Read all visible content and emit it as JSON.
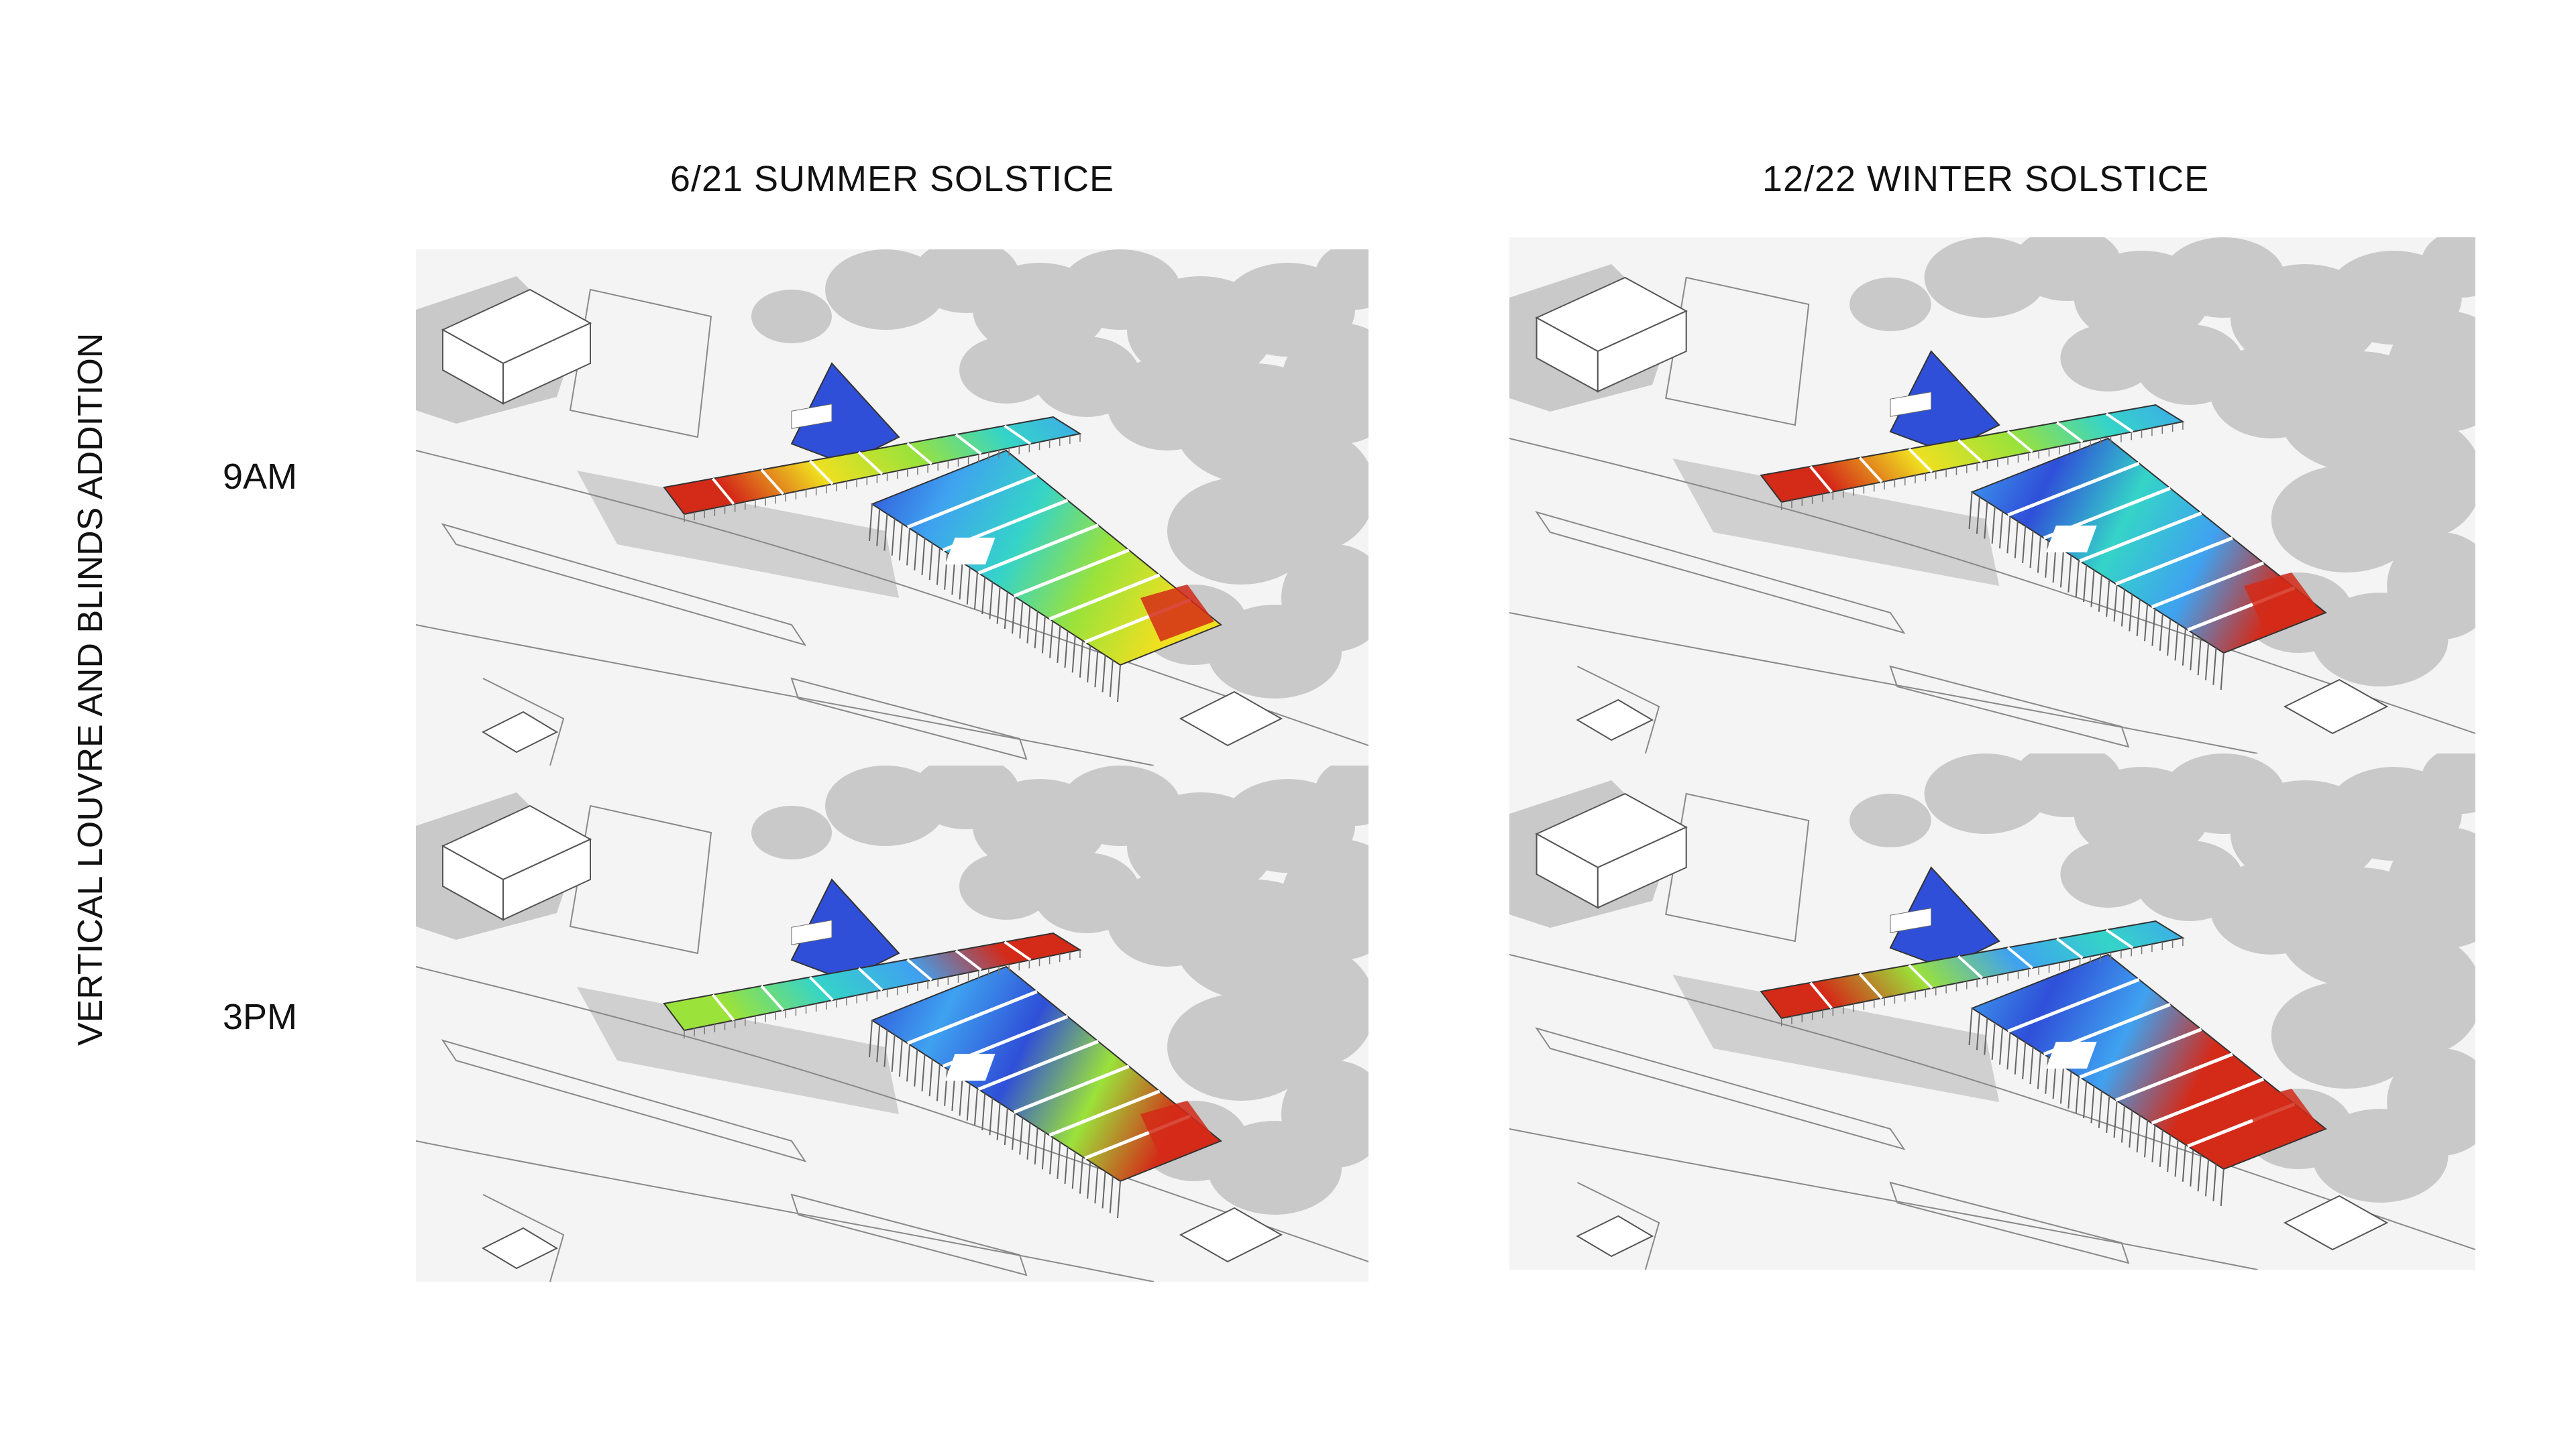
{
  "columns": {
    "summer": {
      "title": "6/21 SUMMER SOLSTICE"
    },
    "winter": {
      "title": "12/22 WINTER SOLSTICE"
    }
  },
  "rows": {
    "morning": {
      "label": "9AM"
    },
    "afternoon": {
      "label": "3PM"
    }
  },
  "side_label": "VERTICAL LOUVRE AND BLINDS ADDITION",
  "heatmap_colors": {
    "low": "#2f4fd8",
    "low_mid": "#3fa2f0",
    "mid": "#35d4c8",
    "mid_high": "#9be23a",
    "high": "#f0e020",
    "very_high": "#d42a18"
  },
  "shadow_color": "#c9c9c9",
  "panels": [
    {
      "id": "summer-9am",
      "column": "summer",
      "row": "morning"
    },
    {
      "id": "winter-9am",
      "column": "winter",
      "row": "morning"
    },
    {
      "id": "summer-3pm",
      "column": "summer",
      "row": "afternoon"
    },
    {
      "id": "winter-3pm",
      "column": "winter",
      "row": "afternoon"
    }
  ]
}
